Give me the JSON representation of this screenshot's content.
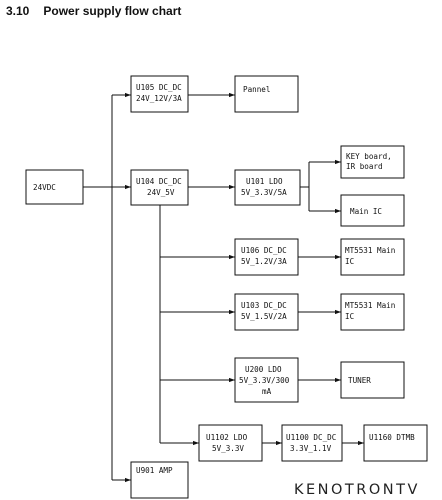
{
  "heading": {
    "number": "3.10",
    "title": "Power supply flow chart"
  },
  "blocks": {
    "input": {
      "lines": [
        "24VDC"
      ]
    },
    "u105": {
      "lines": [
        "U105 DC_DC",
        "24V_12V/3A"
      ]
    },
    "pannel": {
      "lines": [
        "Pannel"
      ]
    },
    "u104": {
      "lines": [
        "U104 DC_DC",
        "24V_5V"
      ]
    },
    "u101": {
      "lines": [
        "U101 LDO",
        "5V_3.3V/5A"
      ]
    },
    "key": {
      "lines": [
        "KEY board,",
        "IR board"
      ]
    },
    "mainic": {
      "lines": [
        "Main IC"
      ]
    },
    "u106": {
      "lines": [
        "U106 DC_DC",
        "5V_1.2V/3A"
      ]
    },
    "mt1": {
      "lines": [
        "MT5531 Main",
        "IC"
      ]
    },
    "u103": {
      "lines": [
        "U103 DC_DC",
        "5V_1.5V/2A"
      ]
    },
    "mt2": {
      "lines": [
        "MT5531 Main",
        "IC"
      ]
    },
    "u200": {
      "lines": [
        "U200 LDO",
        "5V_3.3V/300",
        "mA"
      ]
    },
    "tuner": {
      "lines": [
        "TUNER"
      ]
    },
    "u1102": {
      "lines": [
        "U1102 LDO",
        "5V_3.3V"
      ]
    },
    "u1100": {
      "lines": [
        "U1100 DC_DC",
        "3.3V_1.1V"
      ]
    },
    "u1160": {
      "lines": [
        "U1160 DTMB"
      ]
    },
    "u901": {
      "lines": [
        "U901 AMP"
      ]
    }
  },
  "watermark": "KENOTRONTV"
}
